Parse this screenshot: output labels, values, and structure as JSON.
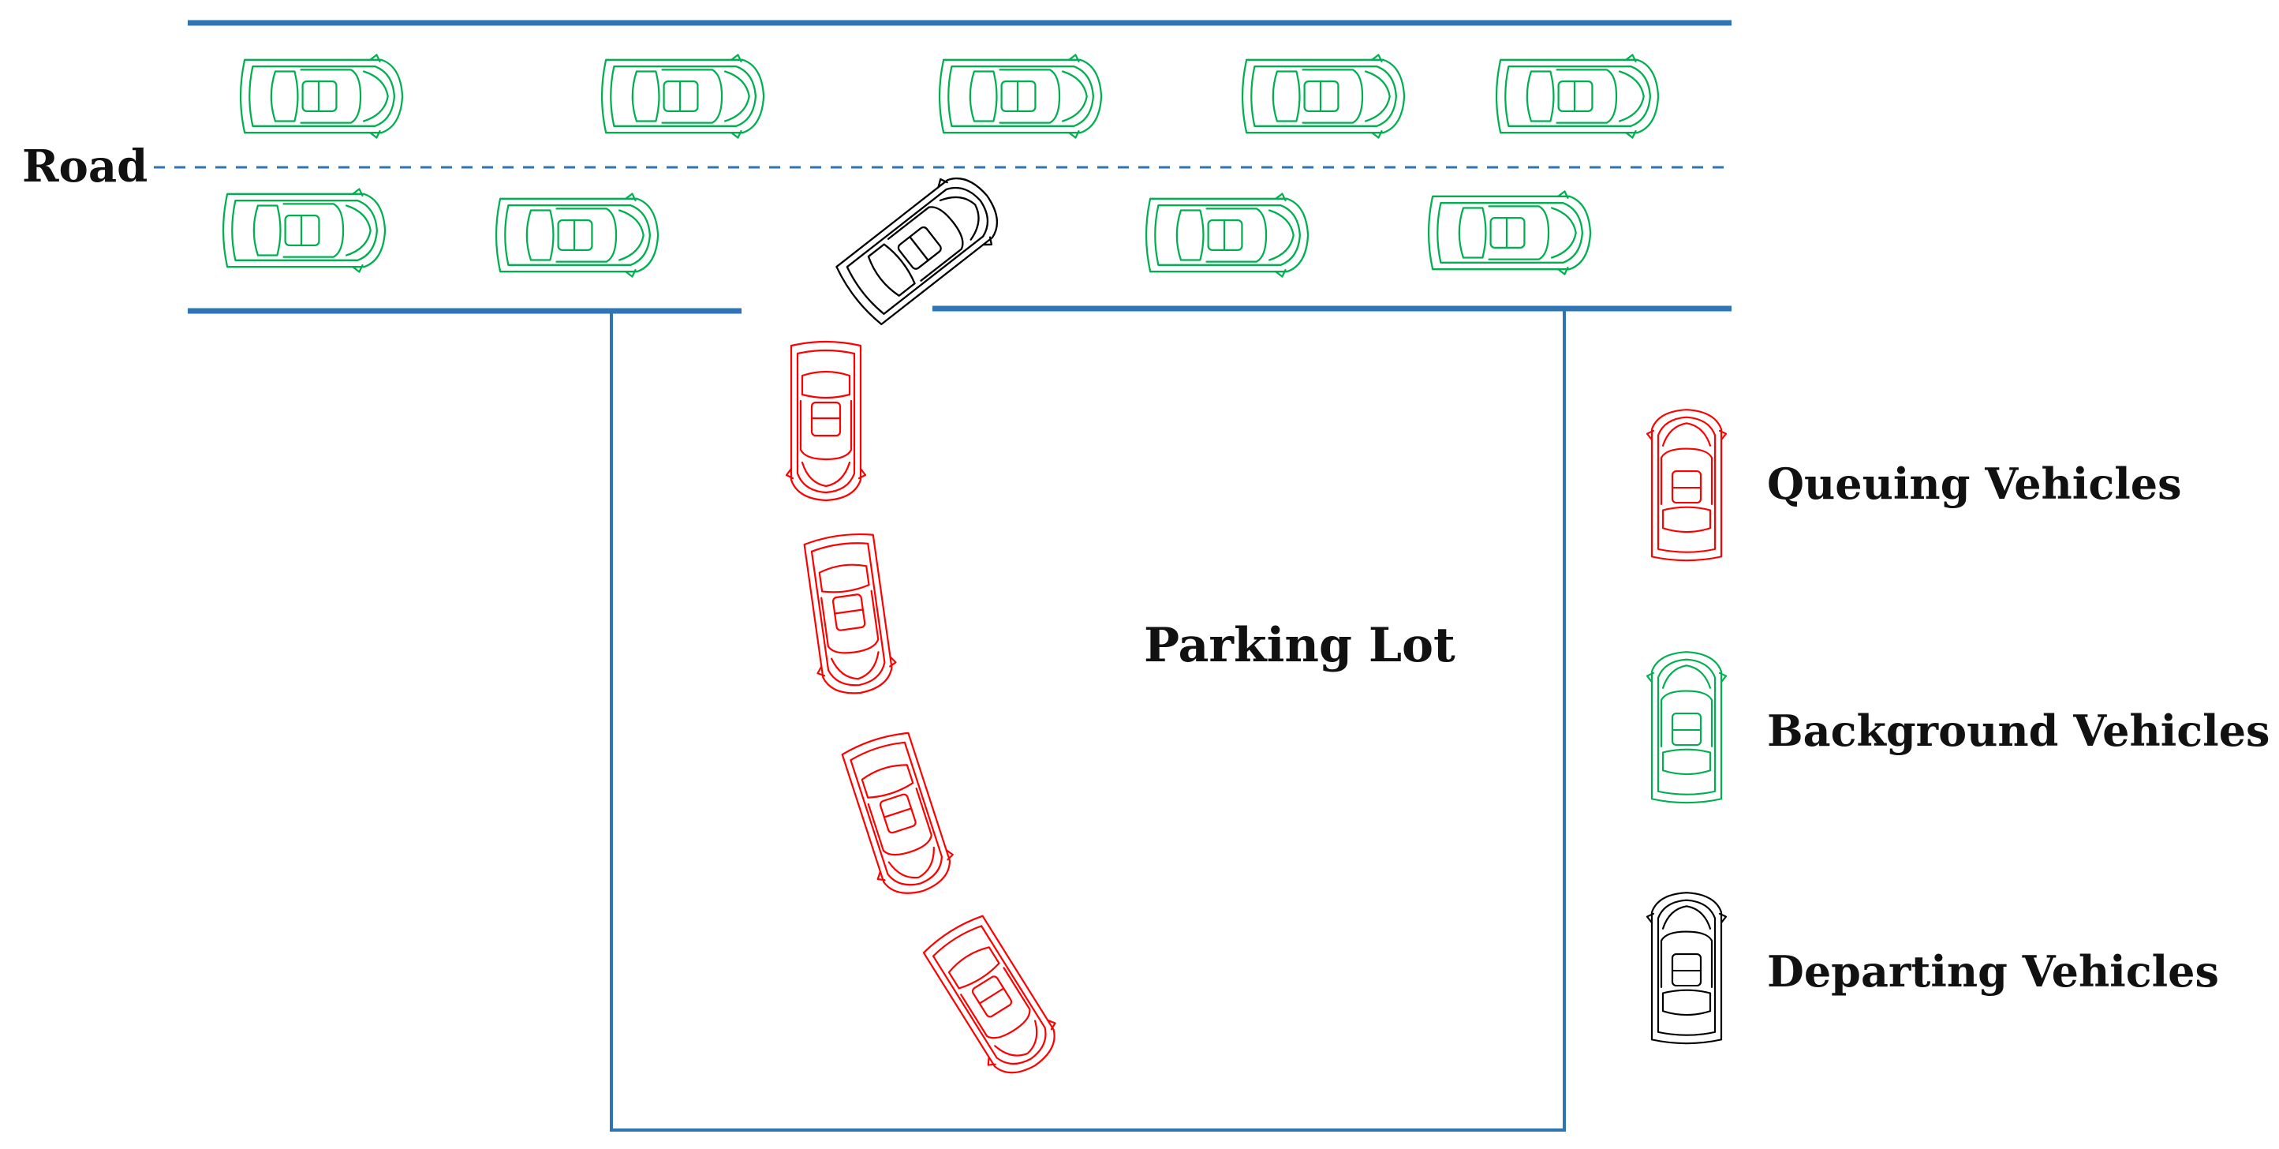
{
  "labels": {
    "road": "Road",
    "parking_lot": "Parking Lot"
  },
  "legend": [
    {
      "label": "Queuing Vehicles",
      "category": "queuing"
    },
    {
      "label": "Background Vehicles",
      "category": "background"
    },
    {
      "label": "Departing Vehicles",
      "category": "departing"
    }
  ],
  "colors": {
    "road_line": "#2e75b6",
    "queuing": "#ff0000",
    "background": "#00b050",
    "departing": "#000000"
  },
  "vehicle_counts": {
    "background": 9,
    "queuing": 4,
    "departing": 1
  }
}
